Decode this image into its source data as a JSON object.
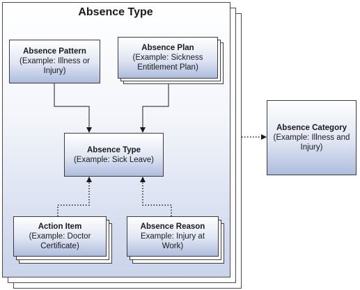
{
  "main": {
    "title": "Absence Type"
  },
  "nodes": {
    "absence_pattern": {
      "title": "Absence Pattern",
      "desc_1": "(Example: Illness or",
      "desc_2": "Injury)"
    },
    "absence_plan": {
      "title": "Absence Plan",
      "desc_1": "(Example: Sickness",
      "desc_2": "Entitlement Plan)"
    },
    "absence_type": {
      "title": "Absence Type",
      "desc_1": "(Example: Sick Leave)"
    },
    "action_item": {
      "title": "Action Item",
      "desc_1": "(Example: Doctor",
      "desc_2": "Certificate)"
    },
    "absence_reason": {
      "title": "Absence Reason",
      "desc_1": "Example: Injury at",
      "desc_2": "Work)"
    },
    "absence_category": {
      "title": "Absence Category",
      "desc_1": "(Example: Illness and",
      "desc_2": "Injury)"
    }
  }
}
